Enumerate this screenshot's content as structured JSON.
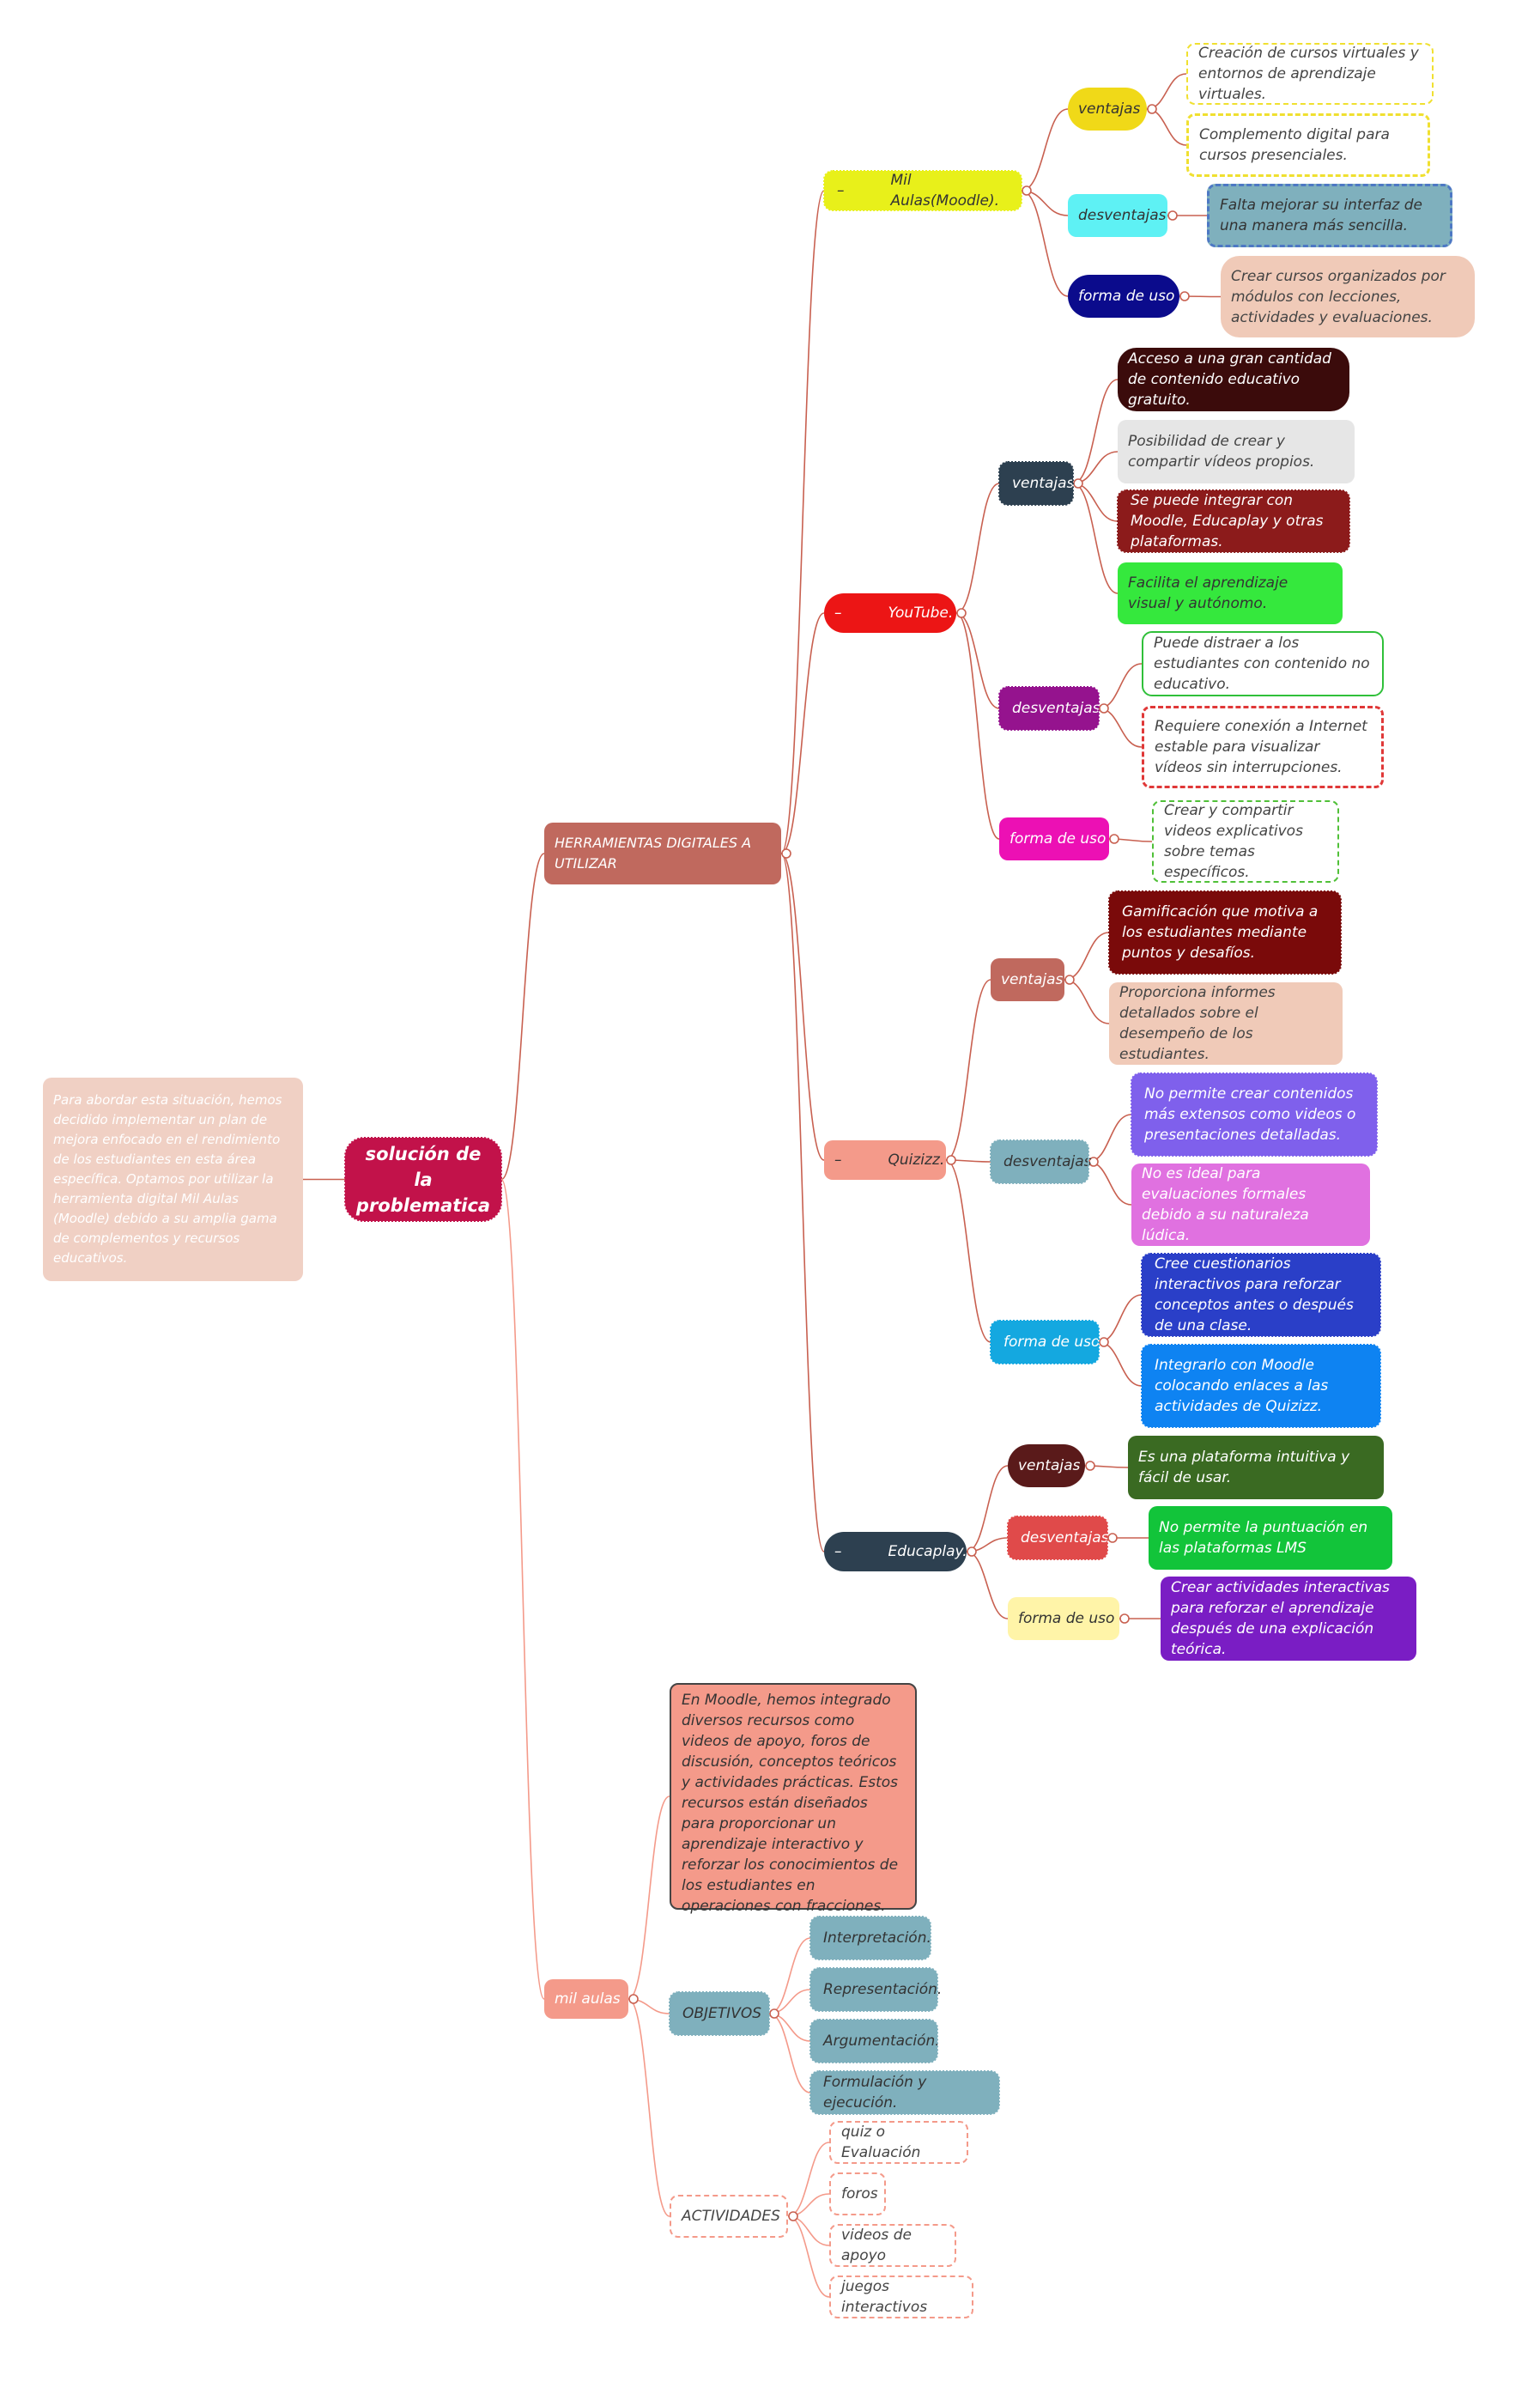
{
  "intro": "Para abordar esta situación, hemos decidido implementar un plan de mejora enfocado en el rendimiento de los estudiantes en esta área específica. Optamos por utilizar la herramienta digital Mil Aulas (Moodle) debido a su amplia gama de complementos y recursos educativos.",
  "root": "solución de la problematica",
  "herramientas": {
    "label": "HERRAMIENTAS DIGITALES A UTILIZAR",
    "milaulas": {
      "label": "Mil Aulas(Moodle).",
      "ventajas_label": "ventajas",
      "ventajas": [
        "Creación de cursos virtuales y entornos de aprendizaje virtuales.",
        "Complemento digital para cursos presenciales."
      ],
      "desventajas_label": "desventajas",
      "desventajas": [
        "Falta mejorar su interfaz de una manera más sencilla."
      ],
      "uso_label": "forma de uso",
      "uso": [
        "Crear cursos organizados por módulos con lecciones, actividades y evaluaciones."
      ]
    },
    "youtube": {
      "label": "YouTube.",
      "ventajas_label": "ventajas",
      "ventajas": [
        "Acceso a una gran cantidad de contenido educativo gratuito.",
        "Posibilidad de crear y compartir vídeos propios.",
        "Se puede integrar con Moodle, Educaplay y otras plataformas.",
        "Facilita el aprendizaje visual y autónomo."
      ],
      "desventajas_label": "desventajas",
      "desventajas": [
        "Puede distraer a los estudiantes con contenido no educativo.",
        "Requiere conexión a Internet estable para visualizar vídeos sin interrupciones."
      ],
      "uso_label": "forma de uso",
      "uso": [
        "Crear y compartir videos explicativos sobre temas específicos."
      ]
    },
    "quizizz": {
      "label": "Quizizz.",
      "ventajas_label": "ventajas",
      "ventajas": [
        "Gamificación que motiva a los estudiantes mediante puntos y desafíos.",
        "Proporciona informes detallados sobre el desempeño de los estudiantes."
      ],
      "desventajas_label": "desventajas",
      "desventajas": [
        "No permite crear contenidos más extensos como videos o presentaciones detalladas.",
        "No es ideal para evaluaciones formales debido a su naturaleza lúdica."
      ],
      "uso_label": "forma de uso",
      "uso": [
        "Cree cuestionarios interactivos para reforzar conceptos antes o después de una clase.",
        "Integrarlo con Moodle colocando enlaces a las actividades de Quizizz."
      ]
    },
    "educaplay": {
      "label": "Educaplay.",
      "ventajas_label": "ventajas",
      "ventajas": [
        "Es una plataforma intuitiva y fácil de usar."
      ],
      "desventajas_label": "desventajas",
      "desventajas": [
        "No permite la puntuación en las plataformas LMS"
      ],
      "uso_label": "forma de uso",
      "uso": [
        "Crear actividades interactivas para reforzar el aprendizaje después de una explicación teórica."
      ]
    }
  },
  "milaulas": {
    "label": "mil aulas",
    "description": "En Moodle, hemos integrado diversos recursos como videos de apoyo, foros de discusión, conceptos teóricos y actividades prácticas. Estos recursos están diseñados para proporcionar un aprendizaje interactivo y reforzar los conocimientos de los estudiantes en operaciones con fracciones.",
    "objetivos_label": "OBJETIVOS",
    "objetivos": [
      "Interpretación.",
      "Representación.",
      "Argumentación.",
      "Formulación y ejecución."
    ],
    "actividades_label": "ACTIVIDADES",
    "actividades": [
      "quiz o Evaluación",
      "foros",
      "videos de apoyo",
      "juegos interactivos"
    ]
  },
  "colors": {
    "connector": "#c86050",
    "root": "#c2124a",
    "intro_bg": "#f0d0c4",
    "herramientas": "#c0695e"
  }
}
